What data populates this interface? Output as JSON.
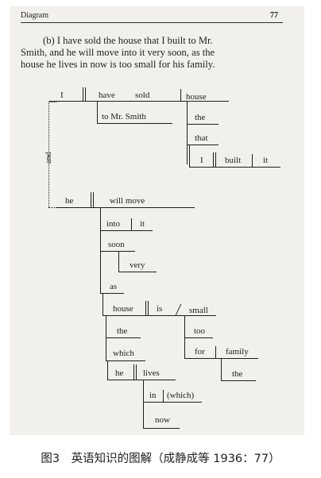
{
  "page": {
    "header_left": "Diagram",
    "page_number": "77"
  },
  "sentence": {
    "line1": "(b) I have sold the house that I built to Mr.",
    "line2": "Smith, and he will move into it very soon, as the",
    "line3": "house he lives in now is too small for his family."
  },
  "diagram": {
    "words": {
      "i": "I",
      "have": "have",
      "sold": "sold",
      "house": "house",
      "to_mr_smith": "to Mr. Smith",
      "the1": "the",
      "that": "that",
      "i2": "I",
      "built": "built",
      "it1": "it",
      "and": "and",
      "he1": "he",
      "will_move": "will move",
      "into": "into",
      "it2": "it",
      "soon": "soon",
      "very": "very",
      "as": "as",
      "house2": "house",
      "is": "is",
      "small": "small",
      "too": "too",
      "the2": "the",
      "for": "for",
      "family": "family",
      "the3": "the",
      "which": "which",
      "he2": "he",
      "lives": "lives",
      "in": "in",
      "which_paren": "(which)",
      "now": "now"
    }
  },
  "caption": "图3　英语知识的图解（成静成等 1936：77）"
}
